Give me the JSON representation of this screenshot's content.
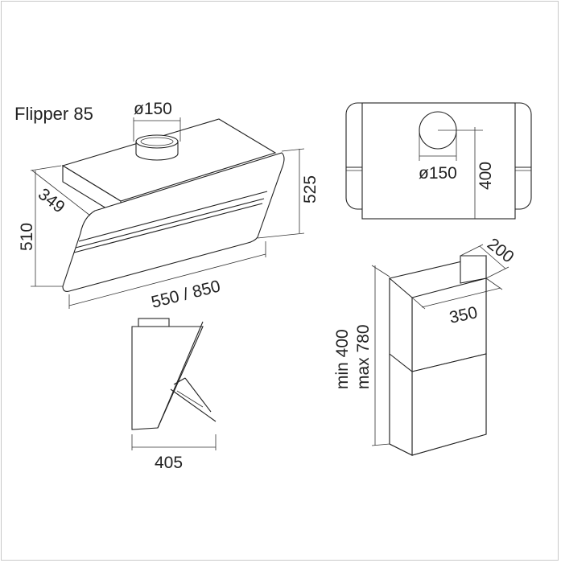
{
  "title": "Flipper 85",
  "front_view": {
    "duct_diameter": "ø150",
    "height_overall": "525",
    "height_front": "510",
    "depth": "349",
    "width": "550 / 850"
  },
  "side_view": {
    "depth": "405"
  },
  "top_view": {
    "duct_diameter": "ø150",
    "offset": "400"
  },
  "chimney": {
    "depth": "200",
    "width": "350",
    "height_min": "min 400",
    "height_max": "max 780"
  }
}
